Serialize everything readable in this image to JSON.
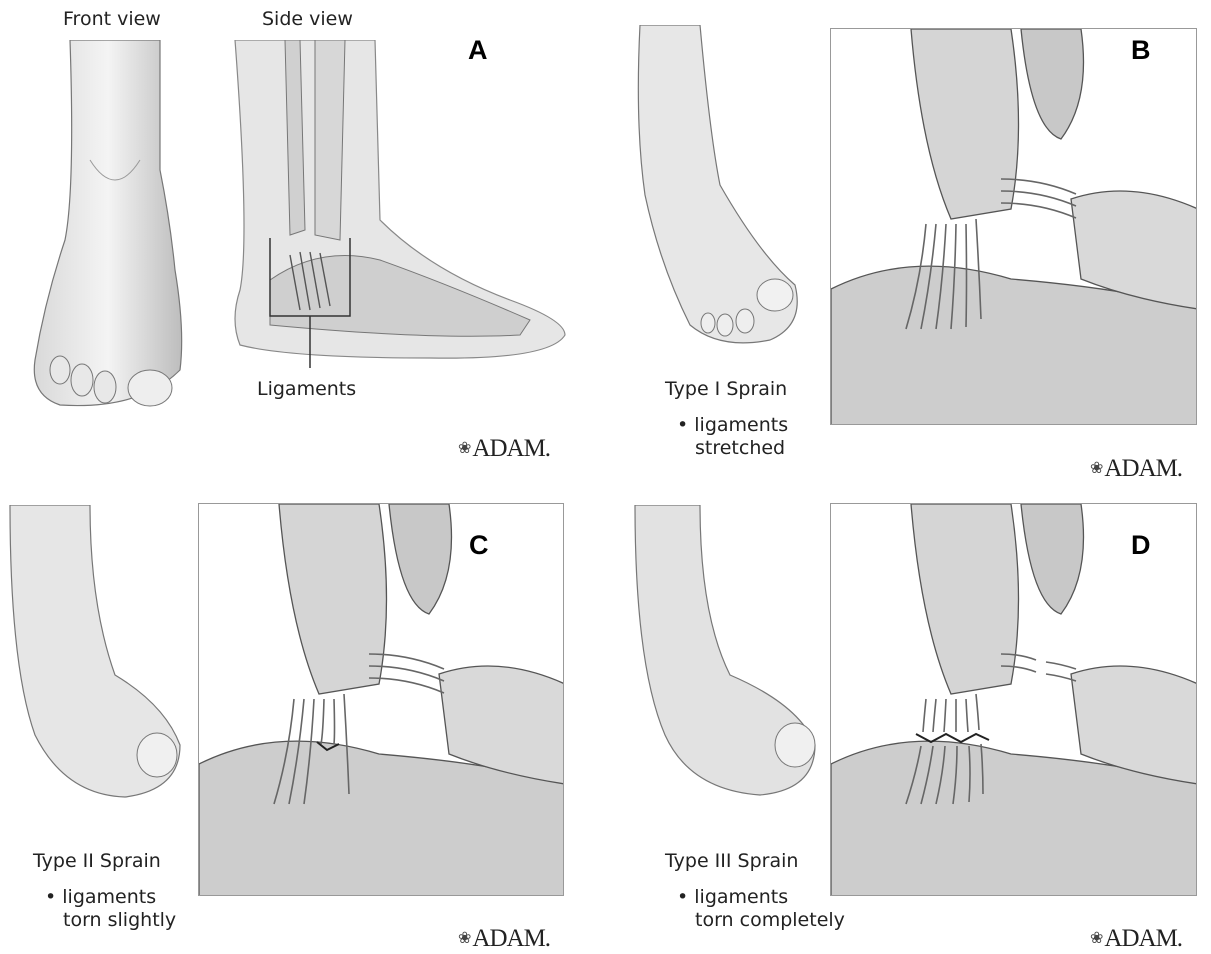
{
  "panels": {
    "a": {
      "letter": "A",
      "front_view_label": "Front view",
      "side_view_label": "Side view",
      "ligaments_label": "Ligaments",
      "logo": "ADAM."
    },
    "b": {
      "letter": "B",
      "title": "Type I Sprain",
      "bullet_line1": "ligaments",
      "bullet_line2": "stretched",
      "logo": "ADAM."
    },
    "c": {
      "letter": "C",
      "title": "Type II Sprain",
      "bullet_line1": "ligaments",
      "bullet_line2": "torn slightly",
      "logo": "ADAM."
    },
    "d": {
      "letter": "D",
      "title": "Type III Sprain",
      "bullet_line1": "ligaments",
      "bullet_line2": "torn completely",
      "logo": "ADAM."
    }
  },
  "bullet_glyph": "•",
  "logo_mark": "❀"
}
